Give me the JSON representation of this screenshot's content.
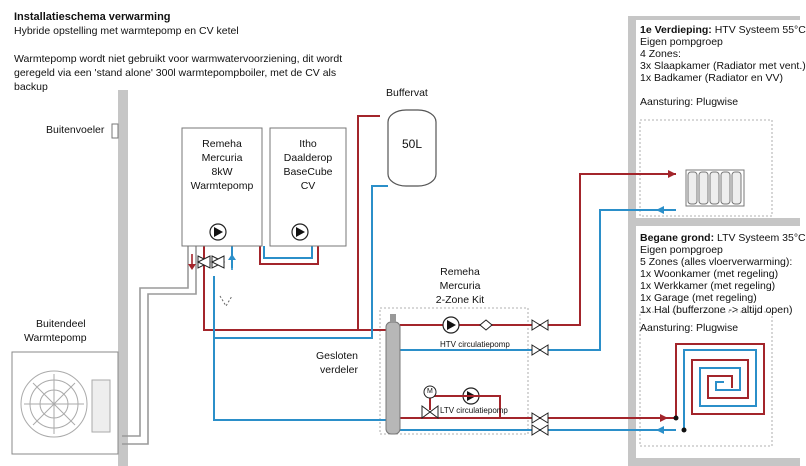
{
  "header": {
    "title": "Installatieschema verwarming",
    "subtitle": "Hybride opstelling met warmtepomp en CV ketel",
    "note_line1": "Warmtepomp wordt niet gebruikt voor warmwatervoorziening, dit wordt",
    "note_line2": "geregeld via een 'stand alone' 300l warmtepompboiler, met de CV als",
    "note_line3": "backup"
  },
  "labels": {
    "buitenvoeler": "Buitenvoeler",
    "buffervat": "Buffervat",
    "buffer_volume": "50L",
    "outdoor_line1": "Buitendeel",
    "outdoor_line2": "Warmtepomp",
    "gesloten_line1": "Gesloten",
    "gesloten_line2": "verdeler",
    "kit_line1": "Remeha",
    "kit_line2": "Mercuria",
    "kit_line3": "2-Zone Kit",
    "htv_pump": "HTV circulatiepomp",
    "ltv_pump": "LTV circulatiepomp",
    "motor_valve": "M"
  },
  "heatpump": {
    "line1": "Remeha",
    "line2": "Mercuria",
    "line3": "8kW",
    "line4": "Warmtepomp"
  },
  "boiler": {
    "line1": "Itho",
    "line2": "Daalderop",
    "line3": "BaseCube",
    "line4": "CV"
  },
  "floor1": {
    "title_bold": "1e Verdieping:",
    "title_rest": " HTV Systeem 55°C",
    "l1": "Eigen pompgroep",
    "l2": "4 Zones:",
    "l3": "3x Slaapkamer (Radiator met vent.)",
    "l4": "1x Badkamer (Radiator en VV)",
    "l5": "Aansturing: Plugwise"
  },
  "ground": {
    "title_bold": "Begane grond:",
    "title_rest": " LTV Systeem 35°C",
    "l1": "Eigen pompgroep",
    "l2": "5 Zones (alles vloerverwarming):",
    "l3": "1x Woonkamer (met regeling)",
    "l4": "1x Werkkamer (met regeling)",
    "l5": "1x Garage (met regeling)",
    "l6": "1x Hal (bufferzone -> altijd open)",
    "l7": "Aansturing: Plugwise"
  },
  "colors": {
    "supply": "#a3252b",
    "return": "#2b8fc9",
    "wall": "#c6c6c6",
    "refrigerant": "#9a9a9a"
  },
  "icons": [
    "pump-icon",
    "three-way-valve-icon",
    "radiator-icon",
    "floor-heating-coil-icon",
    "ball-valve-icon",
    "non-return-valve-icon",
    "motor-valve-icon",
    "fan-icon",
    "temperature-sensor-icon"
  ]
}
